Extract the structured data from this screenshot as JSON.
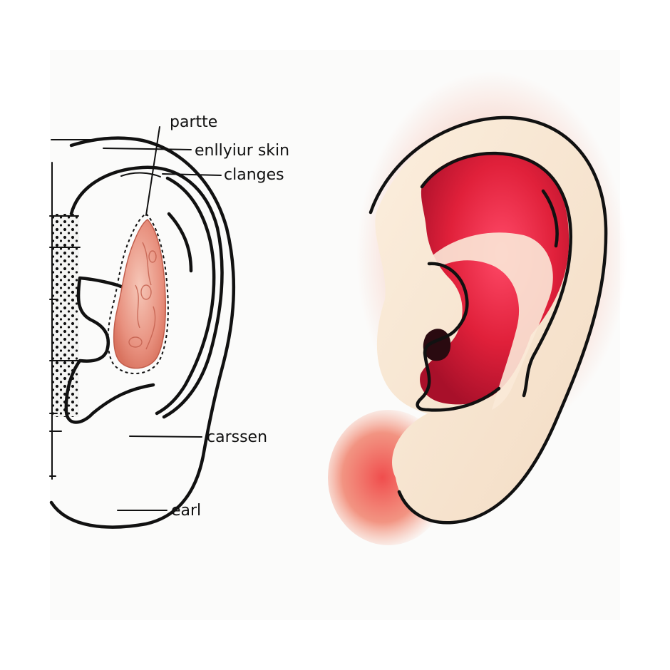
{
  "diagram": {
    "labels": {
      "partte": "partte",
      "enllujur_skin": "enllyiur skin",
      "clanges": "clanges",
      "carssen": "carssen",
      "earl": "earl"
    },
    "colors": {
      "ink": "#111111",
      "lesion_fill": "#e8917f",
      "lesion_highlight": "#f6c7b8",
      "inflamed_red": "#e0203a",
      "inflamed_dark": "#a8102a",
      "skin": "#f7e6d2",
      "skin_shadow": "#e9c9ae",
      "blush": "#f08a6e"
    }
  }
}
